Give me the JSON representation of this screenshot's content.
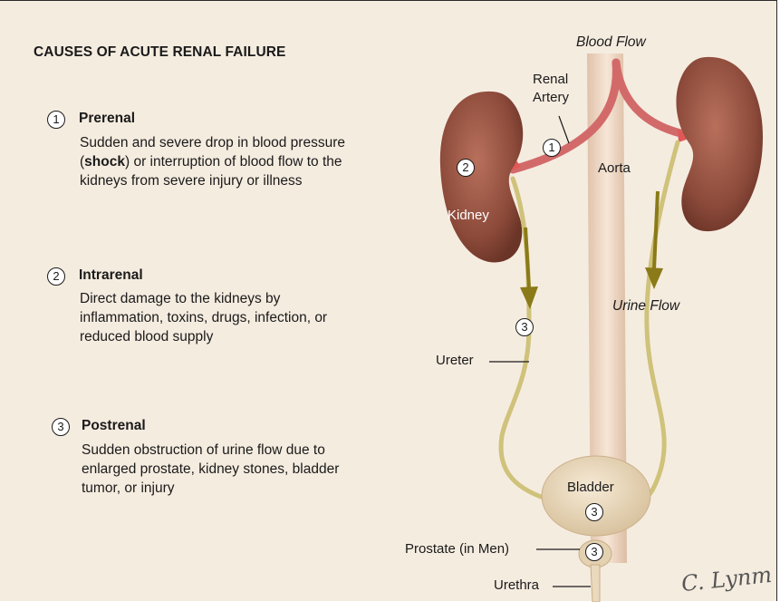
{
  "title": "CAUSES OF ACUTE RENAL FAILURE",
  "causes": [
    {
      "number": "1",
      "name": "Prerenal",
      "description_before": "Sudden and severe drop in blood pressure (",
      "description_bold": "shock",
      "description_after": ") or interruption of blood flow to the kidneys from severe injury or illness"
    },
    {
      "number": "2",
      "name": "Intrarenal",
      "description": "Direct damage to the kidneys by inflammation, toxins, drugs, infection, or reduced blood supply"
    },
    {
      "number": "3",
      "name": "Postrenal",
      "description": "Sudden obstruction of urine flow due to enlarged prostate, kidney stones, bladder tumor, or injury"
    }
  ],
  "labels": {
    "blood_flow": "Blood Flow",
    "renal_artery_line1": "Renal",
    "renal_artery_line2": "Artery",
    "aorta": "Aorta",
    "kidney": "Kidney",
    "urine_flow": "Urine Flow",
    "ureter": "Ureter",
    "bladder": "Bladder",
    "prostate": "Prostate (in Men)",
    "urethra": "Urethra"
  },
  "markers": {
    "artery": "1",
    "kidney": "2",
    "ureter": "3",
    "bladder": "3",
    "prostate": "3"
  },
  "signature": "C. Lynm",
  "colors": {
    "background": "#f5ece0",
    "kidney": "#8c4a3a",
    "aorta": "#ecd6c2",
    "artery": "#d36a6a",
    "ureter": "#cfc27a",
    "flow_arrow": "#8a7a18",
    "bladder": "#e9d7b8"
  }
}
